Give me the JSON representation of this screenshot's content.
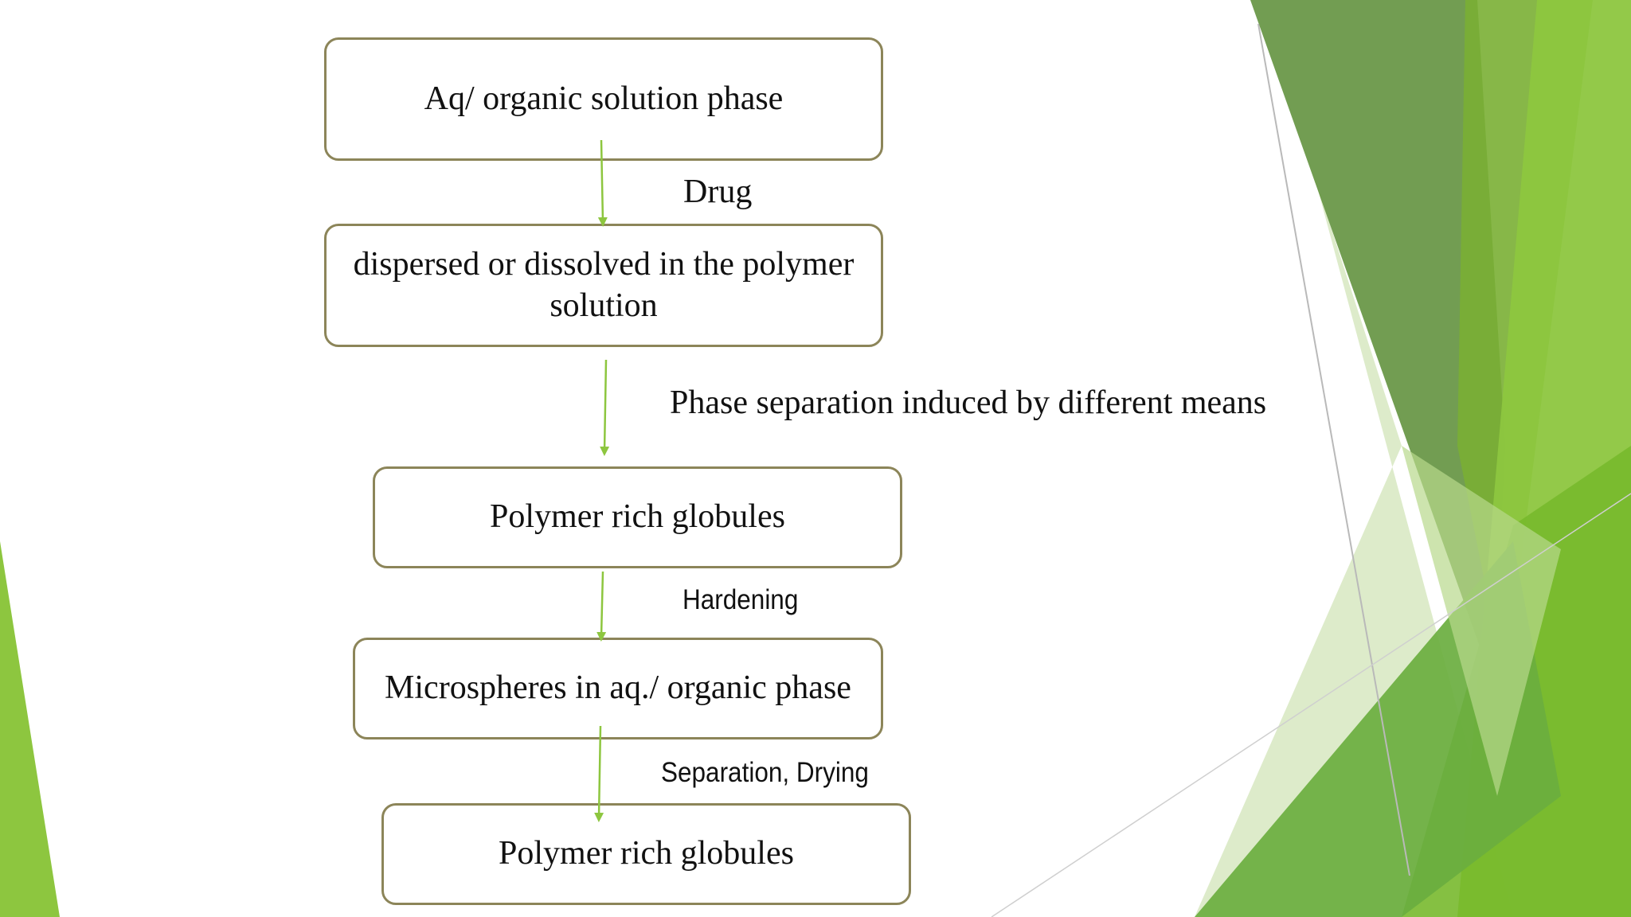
{
  "colors": {
    "box_border": "#8c8559",
    "arrow": "#8dc63f",
    "accent_dark_green": "#5e8f3a",
    "accent_light_green": "#8dc63f"
  },
  "flow": {
    "steps": [
      "Aq/ organic solution phase",
      "dispersed or dissolved in the polymer solution",
      "Polymer rich globules",
      "Microspheres in aq./ organic phase",
      "Polymer rich globules"
    ],
    "transitions": [
      "Drug",
      "Phase separation induced by different means",
      "Hardening",
      "Separation, Drying"
    ]
  }
}
